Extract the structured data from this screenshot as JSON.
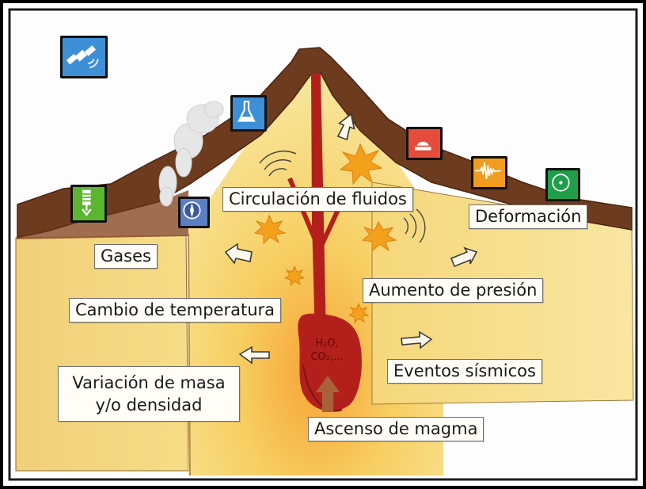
{
  "labels": {
    "gases": "Gases",
    "circulacion": "Circulación de fluidos",
    "deformacion": "Deformación",
    "aumento": "Aumento de presión",
    "temperatura": "Cambio de temperatura",
    "masa_line1": "Variación de masa",
    "masa_line2": "y/o densidad",
    "sismicos": "Eventos sísmicos",
    "magma": "Ascenso de magma",
    "volatiles_1": "H₂O,",
    "volatiles_2": "CO₂,..."
  },
  "icons": [
    {
      "name": "satellite-icon",
      "color": "#3d8fd6"
    },
    {
      "name": "flask-icon",
      "color": "#3d8fd6"
    },
    {
      "name": "seismometer-icon",
      "color": "#e54c3c"
    },
    {
      "name": "seismogram-icon",
      "color": "#f29c1f"
    },
    {
      "name": "gps-target-icon",
      "color": "#1f9f4a"
    },
    {
      "name": "gas-sensor-icon",
      "color": "#5cb531"
    },
    {
      "name": "compass-icon",
      "color": "#5b7fc4"
    }
  ],
  "colors": {
    "crust_brown": "#6d3b1e",
    "interior_yellow": "#f7d96a",
    "magma_red": "#b3201b",
    "arrow_orange": "#f3a01c"
  }
}
